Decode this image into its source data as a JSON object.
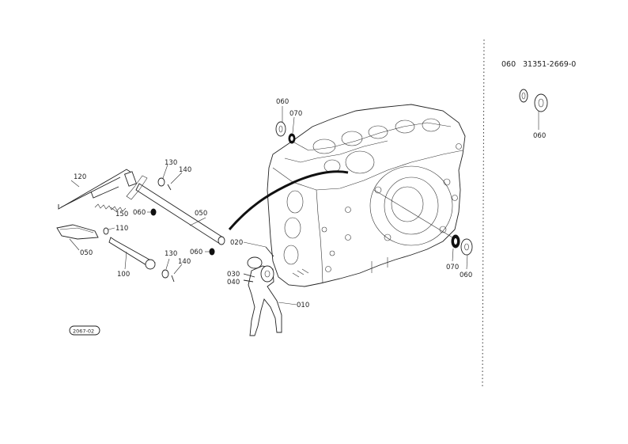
{
  "header": {
    "ref_code": "060",
    "part_number": "31351-2669-0"
  },
  "inset_label": "060",
  "callouts": {
    "c010": "010",
    "c020": "020",
    "c030": "030",
    "c040": "040",
    "c050_shaft": "050",
    "c050_pedal": "050",
    "c060_top": "060",
    "c060_left": "060",
    "c060_lower": "060",
    "c060_right": "060",
    "c070_top": "070",
    "c070_right": "070",
    "c100": "100",
    "c110": "110",
    "c120": "120",
    "c130_top": "130",
    "c130_low": "130",
    "c140_top": "140",
    "c140_low": "140",
    "c150": "150"
  },
  "stamp": "2067-02"
}
